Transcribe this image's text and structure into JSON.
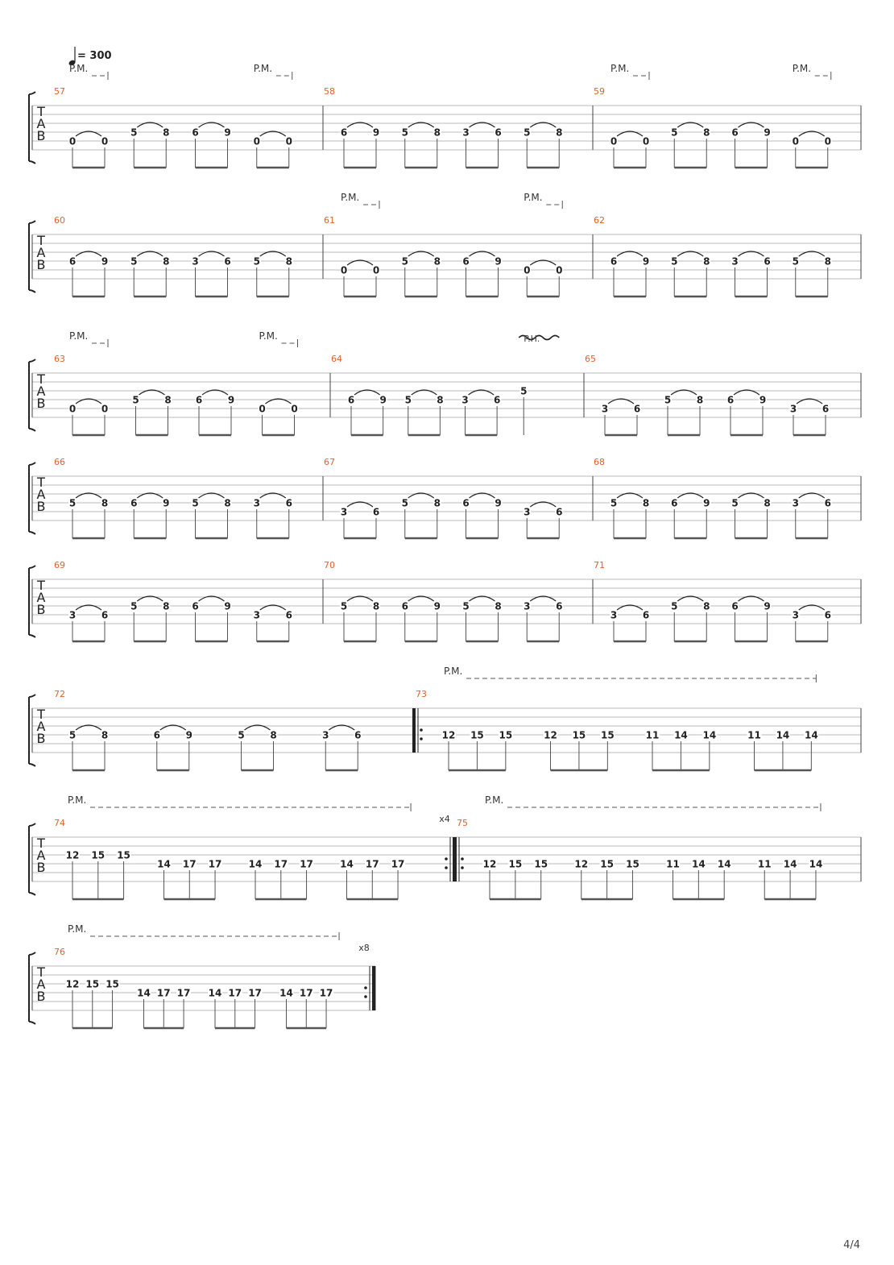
{
  "tempo": {
    "symbol": "quarter-note-icon",
    "equals": "= 300"
  },
  "page_number": "4/4",
  "tab_clef": [
    "T",
    "A",
    "B"
  ],
  "labels": {
    "palm_mute": "P.M.",
    "pinch_harmonic": "P.H."
  },
  "colors": {
    "measure_number": "#e0622a",
    "staff_line": "#bbbbbb",
    "notes": "#222222"
  },
  "systems": [
    {
      "measures": [
        {
          "number": "57",
          "groups": [
            [
              [
                "0",
                4
              ],
              [
                "0",
                4
              ]
            ],
            [
              [
                "5",
                3
              ],
              [
                "8",
                3
              ]
            ],
            [
              [
                "6",
                3
              ],
              [
                "9",
                3
              ]
            ],
            [
              [
                "0",
                4
              ],
              [
                "0",
                4
              ]
            ]
          ],
          "pm": [
            0,
            3
          ]
        },
        {
          "number": "58",
          "groups": [
            [
              [
                "6",
                3
              ],
              [
                "9",
                3
              ]
            ],
            [
              [
                "5",
                3
              ],
              [
                "8",
                3
              ]
            ],
            [
              [
                "3",
                3
              ],
              [
                "6",
                3
              ]
            ],
            [
              [
                "5",
                3
              ],
              [
                "8",
                3
              ]
            ]
          ]
        },
        {
          "number": "59",
          "groups": [
            [
              [
                "0",
                4
              ],
              [
                "0",
                4
              ]
            ],
            [
              [
                "5",
                3
              ],
              [
                "8",
                3
              ]
            ],
            [
              [
                "6",
                3
              ],
              [
                "9",
                3
              ]
            ],
            [
              [
                "0",
                4
              ],
              [
                "0",
                4
              ]
            ]
          ],
          "pm": [
            0,
            3
          ]
        }
      ]
    },
    {
      "measures": [
        {
          "number": "60",
          "groups": [
            [
              [
                "6",
                3
              ],
              [
                "9",
                3
              ]
            ],
            [
              [
                "5",
                3
              ],
              [
                "8",
                3
              ]
            ],
            [
              [
                "3",
                3
              ],
              [
                "6",
                3
              ]
            ],
            [
              [
                "5",
                3
              ],
              [
                "8",
                3
              ]
            ]
          ]
        },
        {
          "number": "61",
          "groups": [
            [
              [
                "0",
                4
              ],
              [
                "0",
                4
              ]
            ],
            [
              [
                "5",
                3
              ],
              [
                "8",
                3
              ]
            ],
            [
              [
                "6",
                3
              ],
              [
                "9",
                3
              ]
            ],
            [
              [
                "0",
                4
              ],
              [
                "0",
                4
              ]
            ]
          ],
          "pm": [
            0,
            3
          ]
        },
        {
          "number": "62",
          "groups": [
            [
              [
                "6",
                3
              ],
              [
                "9",
                3
              ]
            ],
            [
              [
                "5",
                3
              ],
              [
                "8",
                3
              ]
            ],
            [
              [
                "3",
                3
              ],
              [
                "6",
                3
              ]
            ],
            [
              [
                "5",
                3
              ],
              [
                "8",
                3
              ]
            ]
          ]
        }
      ]
    },
    {
      "measures": [
        {
          "number": "63",
          "groups": [
            [
              [
                "0",
                4
              ],
              [
                "0",
                4
              ]
            ],
            [
              [
                "5",
                3
              ],
              [
                "8",
                3
              ]
            ],
            [
              [
                "6",
                3
              ],
              [
                "9",
                3
              ]
            ],
            [
              [
                "0",
                4
              ],
              [
                "0",
                4
              ]
            ]
          ],
          "pm": [
            0,
            3
          ]
        },
        {
          "number": "64",
          "groups": [
            [
              [
                "6",
                3
              ],
              [
                "9",
                3
              ]
            ],
            [
              [
                "5",
                3
              ],
              [
                "8",
                3
              ]
            ],
            [
              [
                "3",
                3
              ],
              [
                "6",
                3
              ]
            ],
            [
              [
                "5",
                2
              ]
            ]
          ],
          "ph": 3
        },
        {
          "number": "65",
          "groups": [
            [
              [
                "3",
                4
              ],
              [
                "6",
                4
              ]
            ],
            [
              [
                "5",
                3
              ],
              [
                "8",
                3
              ]
            ],
            [
              [
                "6",
                3
              ],
              [
                "9",
                3
              ]
            ],
            [
              [
                "3",
                4
              ],
              [
                "6",
                4
              ]
            ]
          ]
        }
      ]
    },
    {
      "measures": [
        {
          "number": "66",
          "groups": [
            [
              [
                "5",
                3
              ],
              [
                "8",
                3
              ]
            ],
            [
              [
                "6",
                3
              ],
              [
                "9",
                3
              ]
            ],
            [
              [
                "5",
                3
              ],
              [
                "8",
                3
              ]
            ],
            [
              [
                "3",
                3
              ],
              [
                "6",
                3
              ]
            ]
          ]
        },
        {
          "number": "67",
          "groups": [
            [
              [
                "3",
                4
              ],
              [
                "6",
                4
              ]
            ],
            [
              [
                "5",
                3
              ],
              [
                "8",
                3
              ]
            ],
            [
              [
                "6",
                3
              ],
              [
                "9",
                3
              ]
            ],
            [
              [
                "3",
                4
              ],
              [
                "6",
                4
              ]
            ]
          ]
        },
        {
          "number": "68",
          "groups": [
            [
              [
                "5",
                3
              ],
              [
                "8",
                3
              ]
            ],
            [
              [
                "6",
                3
              ],
              [
                "9",
                3
              ]
            ],
            [
              [
                "5",
                3
              ],
              [
                "8",
                3
              ]
            ],
            [
              [
                "3",
                3
              ],
              [
                "6",
                3
              ]
            ]
          ]
        }
      ]
    },
    {
      "measures": [
        {
          "number": "69",
          "groups": [
            [
              [
                "3",
                4
              ],
              [
                "6",
                4
              ]
            ],
            [
              [
                "5",
                3
              ],
              [
                "8",
                3
              ]
            ],
            [
              [
                "6",
                3
              ],
              [
                "9",
                3
              ]
            ],
            [
              [
                "3",
                4
              ],
              [
                "6",
                4
              ]
            ]
          ]
        },
        {
          "number": "70",
          "groups": [
            [
              [
                "5",
                3
              ],
              [
                "8",
                3
              ]
            ],
            [
              [
                "6",
                3
              ],
              [
                "9",
                3
              ]
            ],
            [
              [
                "5",
                3
              ],
              [
                "8",
                3
              ]
            ],
            [
              [
                "3",
                3
              ],
              [
                "6",
                3
              ]
            ]
          ]
        },
        {
          "number": "71",
          "groups": [
            [
              [
                "3",
                4
              ],
              [
                "6",
                4
              ]
            ],
            [
              [
                "5",
                3
              ],
              [
                "8",
                3
              ]
            ],
            [
              [
                "6",
                3
              ],
              [
                "9",
                3
              ]
            ],
            [
              [
                "3",
                4
              ],
              [
                "6",
                4
              ]
            ]
          ]
        }
      ]
    },
    {
      "measures": [
        {
          "number": "72",
          "groups": [
            [
              [
                "5",
                3
              ],
              [
                "8",
                3
              ]
            ],
            [
              [
                "6",
                3
              ],
              [
                "9",
                3
              ]
            ],
            [
              [
                "5",
                3
              ],
              [
                "8",
                3
              ]
            ],
            [
              [
                "3",
                3
              ],
              [
                "6",
                3
              ]
            ]
          ]
        },
        {
          "number": "73",
          "repeat_start": true,
          "groups": [
            [
              [
                "12",
                3
              ],
              [
                "15",
                3
              ],
              [
                "15",
                3
              ]
            ],
            [
              [
                "12",
                3
              ],
              [
                "15",
                3
              ],
              [
                "15",
                3
              ]
            ],
            [
              [
                "11",
                3
              ],
              [
                "14",
                3
              ],
              [
                "14",
                3
              ]
            ],
            [
              [
                "11",
                3
              ],
              [
                "14",
                3
              ],
              [
                "14",
                3
              ]
            ]
          ],
          "pm_full": true
        }
      ]
    },
    {
      "measures": [
        {
          "number": "74",
          "groups": [
            [
              [
                "12",
                2
              ],
              [
                "15",
                2
              ],
              [
                "15",
                2
              ]
            ],
            [
              [
                "14",
                3
              ],
              [
                "17",
                3
              ],
              [
                "17",
                3
              ]
            ],
            [
              [
                "14",
                3
              ],
              [
                "17",
                3
              ],
              [
                "17",
                3
              ]
            ],
            [
              [
                "14",
                3
              ],
              [
                "17",
                3
              ],
              [
                "17",
                3
              ]
            ]
          ],
          "pm_full": true,
          "repeat_end": "x4"
        },
        {
          "number": "75",
          "repeat_start": true,
          "groups": [
            [
              [
                "12",
                3
              ],
              [
                "15",
                3
              ],
              [
                "15",
                3
              ]
            ],
            [
              [
                "12",
                3
              ],
              [
                "15",
                3
              ],
              [
                "15",
                3
              ]
            ],
            [
              [
                "11",
                3
              ],
              [
                "14",
                3
              ],
              [
                "14",
                3
              ]
            ],
            [
              [
                "11",
                3
              ],
              [
                "14",
                3
              ],
              [
                "14",
                3
              ]
            ]
          ],
          "pm_full": true
        }
      ]
    },
    {
      "measures": [
        {
          "number": "76",
          "groups": [
            [
              [
                "12",
                2
              ],
              [
                "15",
                2
              ],
              [
                "15",
                2
              ]
            ],
            [
              [
                "14",
                3
              ],
              [
                "17",
                3
              ],
              [
                "17",
                3
              ]
            ],
            [
              [
                "14",
                3
              ],
              [
                "17",
                3
              ],
              [
                "17",
                3
              ]
            ],
            [
              [
                "14",
                3
              ],
              [
                "17",
                3
              ],
              [
                "17",
                3
              ]
            ]
          ],
          "pm_full": true,
          "repeat_end": "x8",
          "final": true
        }
      ]
    }
  ]
}
